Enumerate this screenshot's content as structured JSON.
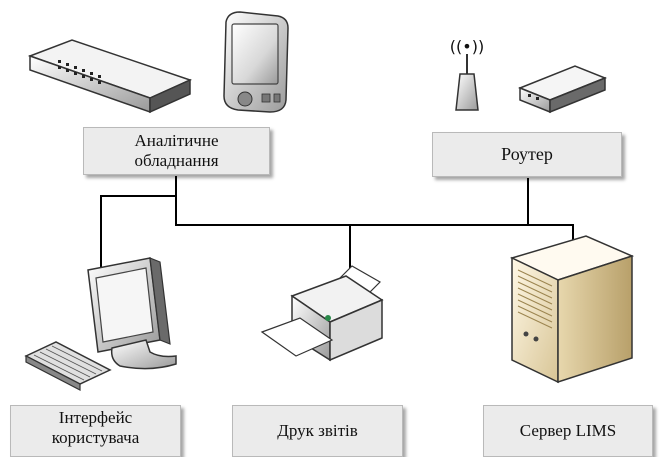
{
  "nodes": {
    "analytic_equipment": {
      "line1": "Аналітичне",
      "line2": "обладнання"
    },
    "router": {
      "label": "Роутер"
    },
    "user_interface": {
      "line1": "Інтерфейс",
      "line2": "користувача"
    },
    "report_printing": {
      "label": "Друк звітів"
    },
    "lims_server": {
      "label": "Сервер LIMS"
    }
  },
  "colors": {
    "line": "#000000",
    "box_fill": "#ebebeb",
    "box_border": "#b9b9b9"
  },
  "icons": [
    "network-switch-icon",
    "pda-icon",
    "wifi-antenna-icon",
    "router-box-icon",
    "monitor-icon",
    "keyboard-icon",
    "printer-icon",
    "server-tower-icon"
  ]
}
